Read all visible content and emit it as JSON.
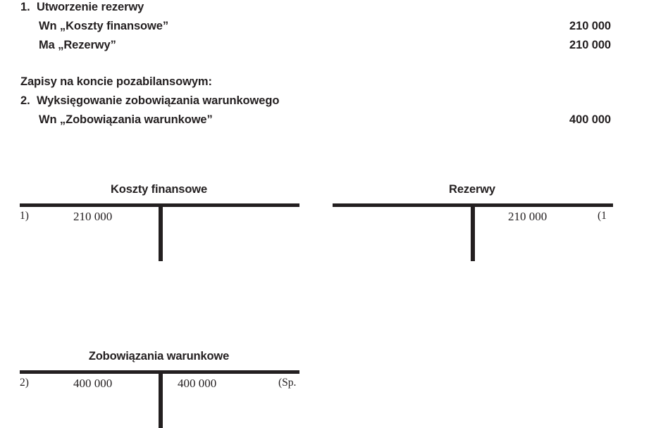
{
  "document": {
    "language": "pl",
    "title_text_color": "#231f20"
  },
  "journal": {
    "entries": [
      {
        "number": "1.",
        "text": "Utworzenie rezerwy",
        "amount": "",
        "indent": 0
      },
      {
        "number": "",
        "text": "Wn „Koszty finansowe”",
        "amount": "210 000",
        "indent": 1
      },
      {
        "number": "",
        "text": "Ma „Rezerwy”",
        "amount": "210 000",
        "indent": 1
      },
      {
        "number": "",
        "text": "Zapisy na koncie pozabilansowym:",
        "amount": "",
        "indent": -1
      },
      {
        "number": "2.",
        "text": "Wyksięgowanie zobowiązania warunkowego",
        "amount": "",
        "indent": 0
      },
      {
        "number": "",
        "text": "Wn „Zobowiązania warunkowe”",
        "amount": "400 000",
        "indent": 1
      }
    ]
  },
  "accounts": [
    {
      "id": "koszty-finansowe",
      "title": "Koszty finansowe",
      "debit": {
        "ref": "1)",
        "amount": "210 000"
      },
      "credit": {
        "ref": "",
        "amount": ""
      }
    },
    {
      "id": "rezerwy",
      "title": "Rezerwy",
      "debit": {
        "ref": "",
        "amount": ""
      },
      "credit": {
        "ref": "(1",
        "amount": "210 000"
      }
    },
    {
      "id": "zobowiazania-warunkowe",
      "title": "Zobowiązania warunkowe",
      "debit": {
        "ref": "2)",
        "amount": "400 000"
      },
      "credit": {
        "ref": "(Sp.",
        "amount": "400 000"
      }
    }
  ]
}
